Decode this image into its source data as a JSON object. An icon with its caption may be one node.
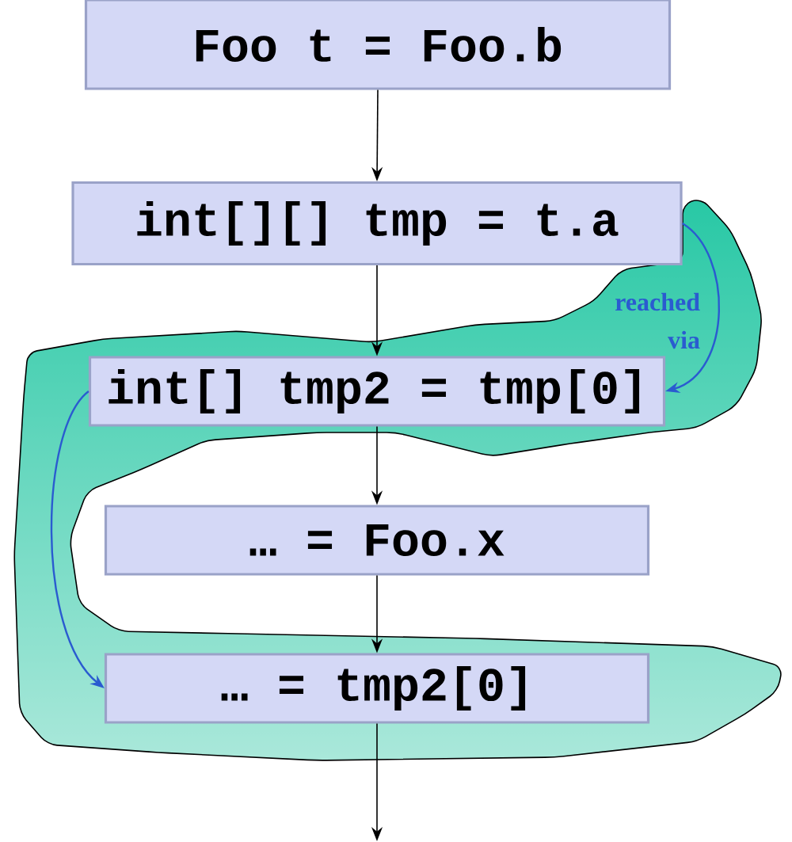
{
  "diagram": {
    "nodes": [
      {
        "text": [
          "Foo t = Foo.b"
        ]
      },
      {
        "text": [
          "int[][] tmp = t.a"
        ]
      },
      {
        "text": [
          "int[] tmp2 = tmp[0]"
        ]
      },
      {
        "text": [
          "… = Foo.x"
        ]
      },
      {
        "text": [
          "… = tmp2[0]"
        ]
      }
    ],
    "edges": [
      {
        "from": 0,
        "to": 1,
        "arrow": "to"
      },
      {
        "from": 1,
        "to": 2,
        "arrow": "to"
      },
      {
        "from": 2,
        "to": 3,
        "arrow": "to"
      },
      {
        "from": 3,
        "to": 4,
        "arrow": "to"
      },
      {
        "from": 4,
        "to": null,
        "arrow": "to"
      },
      {
        "from": 1,
        "to": 2,
        "arrow": "to",
        "label": "reached via",
        "color": "#2a5bd0"
      },
      {
        "from": 2,
        "to": 4,
        "arrow": "to",
        "color": "#2a5bd0"
      }
    ]
  }
}
